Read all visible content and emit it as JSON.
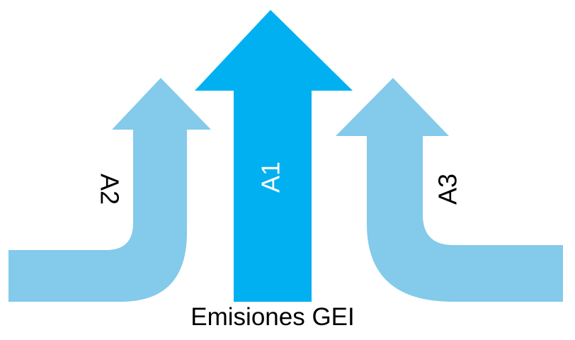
{
  "colors": {
    "primary_arrow": "#00b0f0",
    "secondary_arrow": "#83caeb",
    "primary_label": "#ffffff",
    "secondary_label": "#000000"
  },
  "arrows": {
    "a1": {
      "label": "A1"
    },
    "a2": {
      "label": "A2"
    },
    "a3": {
      "label": "A3"
    }
  },
  "caption": "Emisiones GEI"
}
